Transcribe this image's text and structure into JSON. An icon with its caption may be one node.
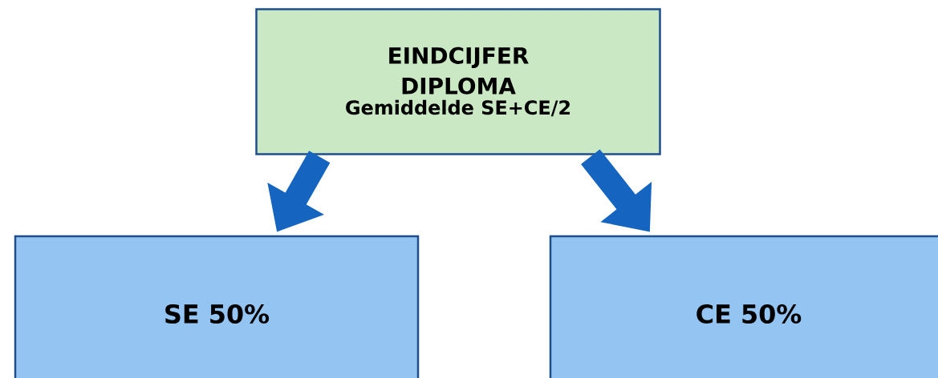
{
  "diagram": {
    "nodes": [
      {
        "text": [
          "EINDCIJFER DIPLOMA",
          "Gemiddelde SE+CE/2"
        ]
      },
      {
        "text": [
          "SE 50%"
        ]
      },
      {
        "text": [
          "CE 50%"
        ]
      }
    ],
    "edges": [
      {
        "from": 0,
        "to": 1,
        "arrow": "to"
      },
      {
        "from": 0,
        "to": 2,
        "arrow": "to"
      }
    ]
  }
}
